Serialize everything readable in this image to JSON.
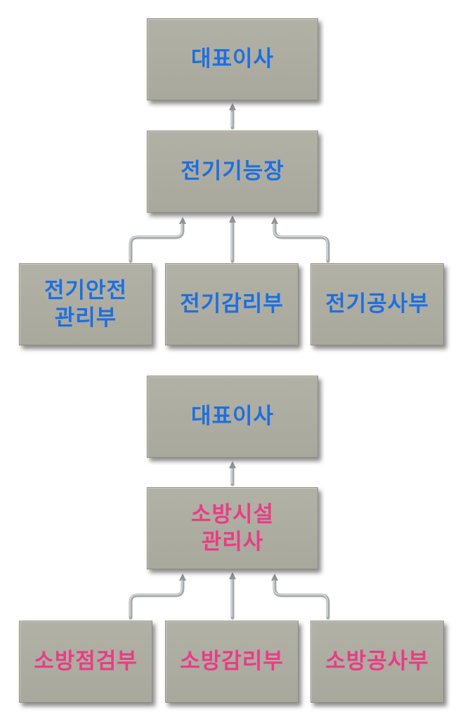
{
  "chart_electric": {
    "top": "대표이사",
    "middle": "전기기능장",
    "branches": [
      "전기안전\n관리부",
      "전기감리부",
      "전기공사부"
    ]
  },
  "chart_fire": {
    "top": "대표이사",
    "middle": "소방시설\n관리사",
    "branches": [
      "소방점검부",
      "소방감리부",
      "소방공사부"
    ]
  },
  "colors": {
    "box_fill": "#aeada2",
    "electric_text": "#1d6fe0",
    "fire_text": "#e83c86",
    "connector": "#a8acae"
  }
}
